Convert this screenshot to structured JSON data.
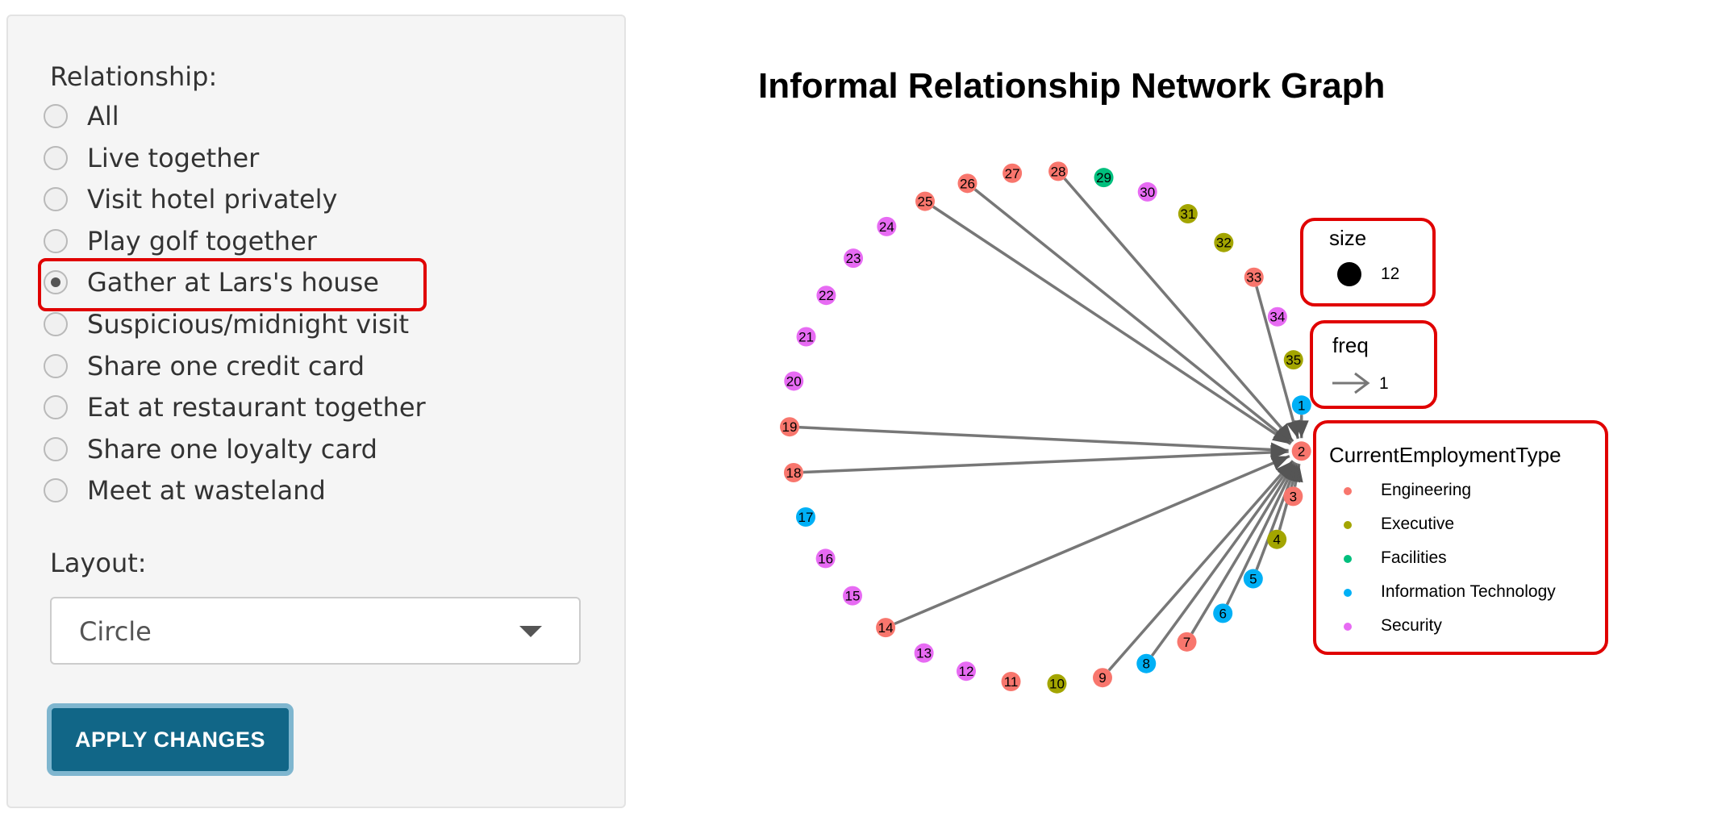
{
  "sidebar": {
    "relationship_label": "Relationship:",
    "relationship_options": [
      {
        "label": "All",
        "selected": false
      },
      {
        "label": "Live together",
        "selected": false
      },
      {
        "label": "Visit hotel privately",
        "selected": false
      },
      {
        "label": "Play golf together",
        "selected": false
      },
      {
        "label": "Gather at Lars's house",
        "selected": true
      },
      {
        "label": "Suspicious/midnight visit",
        "selected": false
      },
      {
        "label": "Share one credit card",
        "selected": false
      },
      {
        "label": "Eat at restaurant together",
        "selected": false
      },
      {
        "label": "Share one loyalty card",
        "selected": false
      },
      {
        "label": "Meet at wasteland",
        "selected": false
      }
    ],
    "layout_label": "Layout:",
    "layout_value": "Circle",
    "apply_label": "APPLY CHANGES"
  },
  "chart_data": {
    "type": "network",
    "title": "Informal Relationship Network Graph",
    "layout": "circle",
    "nodes": [
      {
        "id": "1",
        "type": "Information Technology"
      },
      {
        "id": "2",
        "type": "Engineering"
      },
      {
        "id": "3",
        "type": "Engineering"
      },
      {
        "id": "4",
        "type": "Executive"
      },
      {
        "id": "5",
        "type": "Information Technology"
      },
      {
        "id": "6",
        "type": "Information Technology"
      },
      {
        "id": "7",
        "type": "Engineering"
      },
      {
        "id": "8",
        "type": "Information Technology"
      },
      {
        "id": "9",
        "type": "Engineering"
      },
      {
        "id": "10",
        "type": "Executive"
      },
      {
        "id": "11",
        "type": "Engineering"
      },
      {
        "id": "12",
        "type": "Security"
      },
      {
        "id": "13",
        "type": "Security"
      },
      {
        "id": "14",
        "type": "Engineering"
      },
      {
        "id": "15",
        "type": "Security"
      },
      {
        "id": "16",
        "type": "Security"
      },
      {
        "id": "17",
        "type": "Information Technology"
      },
      {
        "id": "18",
        "type": "Engineering"
      },
      {
        "id": "19",
        "type": "Engineering"
      },
      {
        "id": "20",
        "type": "Security"
      },
      {
        "id": "21",
        "type": "Security"
      },
      {
        "id": "22",
        "type": "Security"
      },
      {
        "id": "23",
        "type": "Security"
      },
      {
        "id": "24",
        "type": "Security"
      },
      {
        "id": "25",
        "type": "Engineering"
      },
      {
        "id": "26",
        "type": "Engineering"
      },
      {
        "id": "27",
        "type": "Engineering"
      },
      {
        "id": "28",
        "type": "Engineering"
      },
      {
        "id": "29",
        "type": "Facilities"
      },
      {
        "id": "30",
        "type": "Security"
      },
      {
        "id": "31",
        "type": "Executive"
      },
      {
        "id": "32",
        "type": "Executive"
      },
      {
        "id": "33",
        "type": "Engineering"
      },
      {
        "id": "34",
        "type": "Security"
      },
      {
        "id": "35",
        "type": "Executive"
      }
    ],
    "edges": [
      {
        "from": "3",
        "to": "2",
        "freq": 1
      },
      {
        "from": "4",
        "to": "2",
        "freq": 1
      },
      {
        "from": "5",
        "to": "2",
        "freq": 1
      },
      {
        "from": "6",
        "to": "2",
        "freq": 1
      },
      {
        "from": "7",
        "to": "2",
        "freq": 1
      },
      {
        "from": "8",
        "to": "2",
        "freq": 1
      },
      {
        "from": "9",
        "to": "2",
        "freq": 1
      },
      {
        "from": "14",
        "to": "2",
        "freq": 1
      },
      {
        "from": "18",
        "to": "2",
        "freq": 1
      },
      {
        "from": "19",
        "to": "2",
        "freq": 1
      },
      {
        "from": "25",
        "to": "2",
        "freq": 1
      },
      {
        "from": "26",
        "to": "2",
        "freq": 1
      },
      {
        "from": "28",
        "to": "2",
        "freq": 1
      },
      {
        "from": "33",
        "to": "2",
        "freq": 1
      },
      {
        "from": "1",
        "to": "2",
        "freq": 1
      }
    ],
    "legend_size": {
      "title": "size",
      "value": "12"
    },
    "legend_freq": {
      "title": "freq",
      "value": "1"
    },
    "legend_type": {
      "title": "CurrentEmploymentType",
      "entries": [
        {
          "label": "Engineering",
          "color": "#F8766D"
        },
        {
          "label": "Executive",
          "color": "#A3A500"
        },
        {
          "label": "Facilities",
          "color": "#00BF7D"
        },
        {
          "label": "Information Technology",
          "color": "#00B0F6"
        },
        {
          "label": "Security",
          "color": "#E76BF3"
        }
      ]
    },
    "edge_color": "#777777",
    "node_label_color": "#000000"
  }
}
